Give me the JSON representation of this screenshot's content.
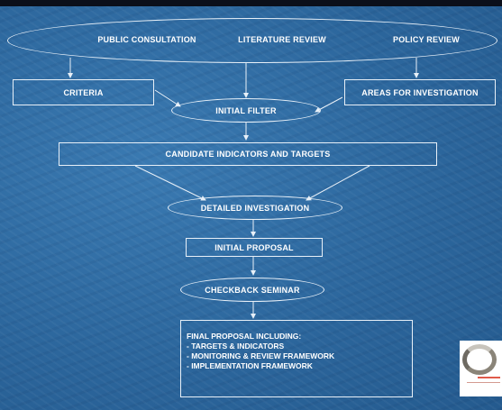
{
  "colors": {
    "background": "#2d6aa0",
    "line": "#e8f0f8",
    "text": "#ffffff"
  },
  "top_oval": {
    "public_consultation": "PUBLIC CONSULTATION",
    "literature_review": "LITERATURE REVIEW",
    "policy_review": "POLICY REVIEW"
  },
  "criteria": "CRITERIA",
  "areas": "AREAS FOR INVESTIGATION",
  "initial_filter": "INITIAL FILTER",
  "candidate": "CANDIDATE INDICATORS AND TARGETS",
  "detailed": "DETAILED INVESTIGATION",
  "initial_proposal": "INITIAL PROPOSAL",
  "checkback": "CHECKBACK SEMINAR",
  "final": {
    "heading": "FINAL PROPOSAL INCLUDING:",
    "items": [
      "- TARGETS & INDICATORS",
      "- MONITORING & REVIEW FRAMEWORK",
      "- IMPLEMENTATION FRAMEWORK"
    ]
  },
  "logo_icon": "ring-logo"
}
